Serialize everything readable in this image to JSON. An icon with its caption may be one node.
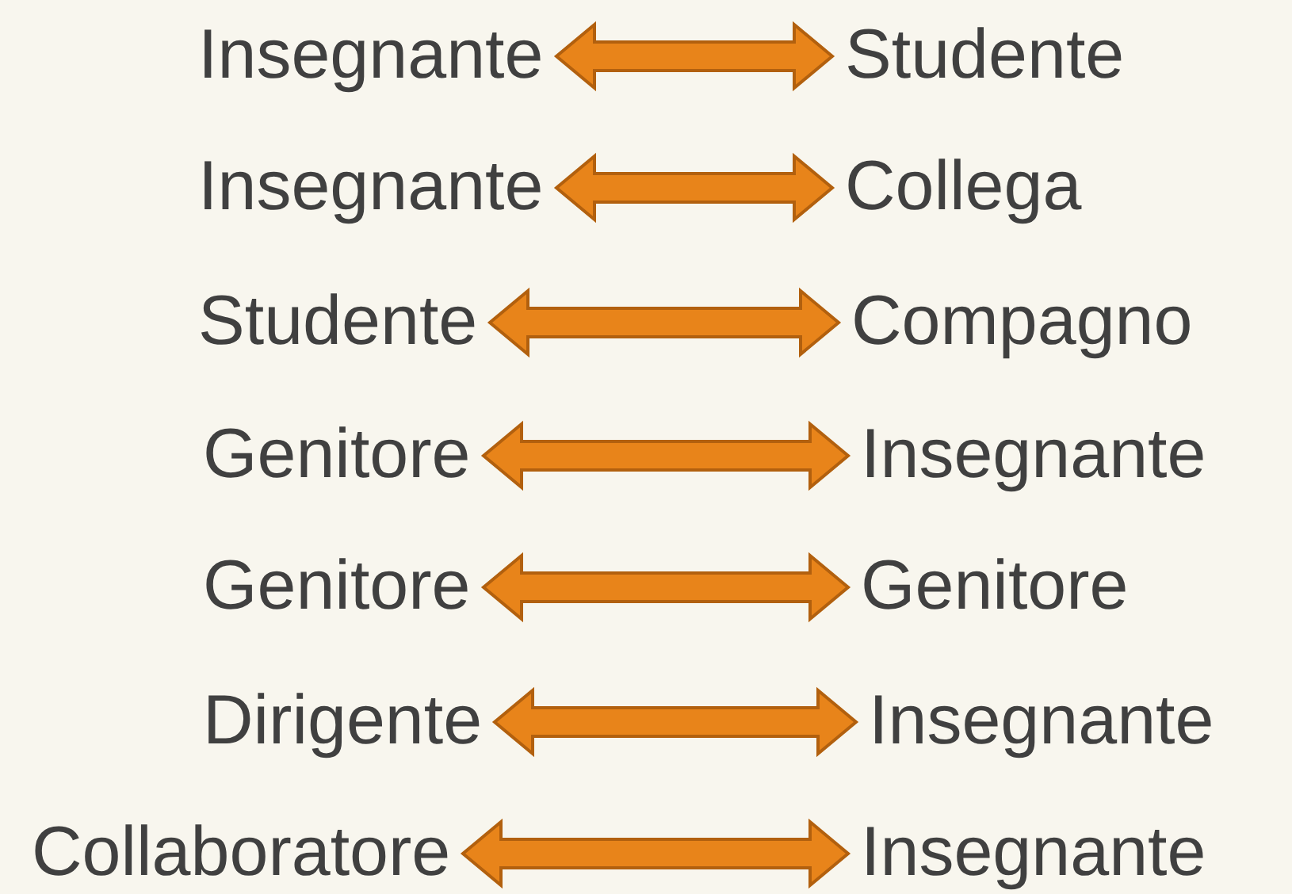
{
  "diagram": {
    "nodes": [
      {
        "text": [
          "Insegnante"
        ]
      },
      {
        "text": [
          "Studente"
        ]
      },
      {
        "text": [
          "Insegnante"
        ]
      },
      {
        "text": [
          "Collega"
        ]
      },
      {
        "text": [
          "Studente"
        ]
      },
      {
        "text": [
          "Compagno"
        ]
      },
      {
        "text": [
          "Genitore"
        ]
      },
      {
        "text": [
          "Insegnante"
        ]
      },
      {
        "text": [
          "Genitore"
        ]
      },
      {
        "text": [
          "Genitore"
        ]
      },
      {
        "text": [
          "Dirigente"
        ]
      },
      {
        "text": [
          "Insegnante"
        ]
      },
      {
        "text": [
          "Collaboratore"
        ]
      },
      {
        "text": [
          "Insegnante"
        ]
      }
    ],
    "edges": [
      {
        "from": 0,
        "to": 1,
        "arrow": "both"
      },
      {
        "from": 2,
        "to": 3,
        "arrow": "both"
      },
      {
        "from": 4,
        "to": 5,
        "arrow": "both"
      },
      {
        "from": 6,
        "to": 7,
        "arrow": "both"
      },
      {
        "from": 8,
        "to": 9,
        "arrow": "both"
      },
      {
        "from": 10,
        "to": 11,
        "arrow": "both"
      },
      {
        "from": 12,
        "to": 13,
        "arrow": "both"
      }
    ]
  }
}
